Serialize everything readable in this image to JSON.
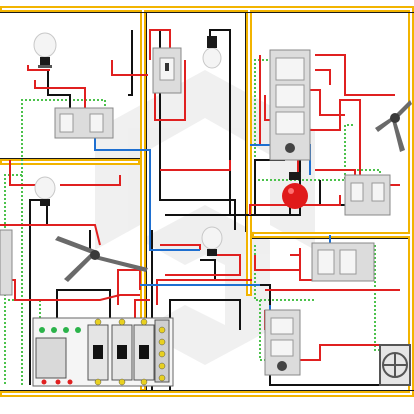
{
  "diagram": {
    "wire_colors": {
      "phase": "#e02020",
      "neutral": "#111111",
      "earth": "#4cc24c",
      "switch_leg": "#1e6fd0"
    },
    "wall_color": "#f2b400",
    "rooms": [
      {
        "name": "room-top-left"
      },
      {
        "name": "room-top-middle"
      },
      {
        "name": "room-top-right"
      },
      {
        "name": "room-bottom-left"
      },
      {
        "name": "room-bottom-right"
      }
    ],
    "components": [
      {
        "type": "bulb",
        "icon": "bulb-icon"
      },
      {
        "type": "bulb",
        "icon": "bulb-icon"
      },
      {
        "type": "bulb",
        "icon": "bulb-icon"
      },
      {
        "type": "red-bulb",
        "icon": "red-bulb-icon"
      },
      {
        "type": "ceiling-fan",
        "icon": "ceiling-fan-icon"
      },
      {
        "type": "ceiling-fan",
        "icon": "ceiling-fan-icon"
      },
      {
        "type": "exhaust-fan",
        "icon": "exhaust-fan-icon"
      },
      {
        "type": "switch-board",
        "icon": "switch-board-icon"
      },
      {
        "type": "distribution-board",
        "icon": "distribution-board-icon"
      }
    ]
  }
}
